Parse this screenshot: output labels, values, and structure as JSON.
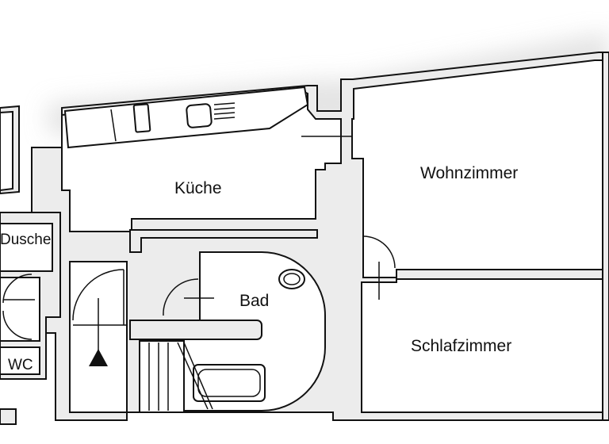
{
  "rooms": {
    "kueche": "Küche",
    "wohnzimmer": "Wohnzimmer",
    "bad": "Bad",
    "schlafzimmer": "Schlafzimmer",
    "dusche": "Dusche",
    "wc": "WC"
  },
  "colors": {
    "wall": "#ececec",
    "line": "#111111",
    "floor": "#ffffff"
  },
  "icons": [
    "entrance-triangle-icon",
    "stove-icon",
    "sink-icon",
    "bathtub-icon",
    "washbasin-icon"
  ]
}
